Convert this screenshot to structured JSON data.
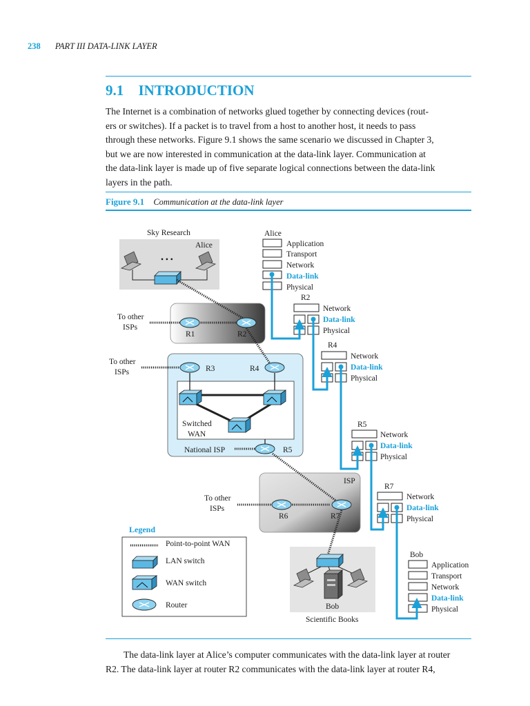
{
  "header": {
    "page_number": "238",
    "running_title": "PART III   DATA-LINK LAYER"
  },
  "section": {
    "number": "9.1",
    "title": "INTRODUCTION"
  },
  "intro_lines": [
    "The Internet is a combination of networks glued together by connecting devices (rout-",
    "ers or switches). If a packet is to travel from a host to another host, it needs to pass",
    "through these networks. Figure 9.1 shows the same scenario we discussed in Chapter 3,",
    "but we are now interested in communication at the data-link layer. Communication at",
    "the data-link layer is made up of five separate logical connections between the data-link",
    "layers in the path."
  ],
  "figure": {
    "label": "Figure 9.1",
    "caption": "Communication at the data-link layer",
    "network": {
      "sky_research": "Sky Research",
      "alice": "Alice",
      "dots": "• • •",
      "to_other_isps_a": [
        "To other",
        "ISPs"
      ],
      "to_other_isps_b": [
        "To other",
        "ISPs"
      ],
      "to_other_isps_c": [
        "To other",
        "ISPs"
      ],
      "routers": {
        "r1": "R1",
        "r2": "R2",
        "r3": "R3",
        "r4": "R4",
        "r5": "R5",
        "r6": "R6",
        "r7": "R7"
      },
      "switched_wan": [
        "Switched",
        "WAN"
      ],
      "national_isp": "National ISP",
      "isp": "ISP",
      "bob": "Bob",
      "scientific_books": "Scientific Books"
    },
    "stacks": {
      "alice": {
        "title": "Alice",
        "layers": [
          "Application",
          "Transport",
          "Network",
          "Data-link",
          "Physical"
        ]
      },
      "r2": {
        "title": "R2",
        "layers": [
          "Network",
          "Data-link",
          "Physical"
        ]
      },
      "r4": {
        "title": "R4",
        "layers": [
          "Network",
          "Data-link",
          "Physical"
        ]
      },
      "r5": {
        "title": "R5",
        "layers": [
          "Network",
          "Data-link",
          "Physical"
        ]
      },
      "r7": {
        "title": "R7",
        "layers": [
          "Network",
          "Data-link",
          "Physical"
        ]
      },
      "bob": {
        "title": "Bob",
        "layers": [
          "Application",
          "Transport",
          "Network",
          "Data-link",
          "Physical"
        ]
      }
    },
    "legend": {
      "title": "Legend",
      "items": [
        "Point-to-point WAN",
        "LAN switch",
        "WAN switch",
        "Router"
      ]
    }
  },
  "bottom_lines": [
    "The data-link layer at Alice’s computer communicates with the data-link layer at router",
    "R2. The data-link layer at router R2 communicates with the data-link layer at router R4,"
  ],
  "colors": {
    "accent": "#1ba0d8",
    "router_fill": "#8fd3f0",
    "switch_fill": "#6cc3ea"
  }
}
